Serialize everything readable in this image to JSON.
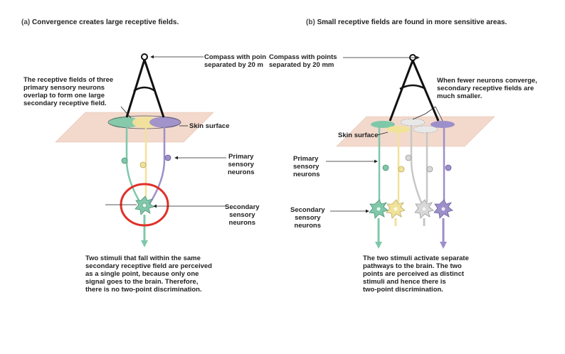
{
  "panel_a": {
    "tag": "(a)",
    "title": "Convergence creates large receptive fields.",
    "compass_label": "Compass with poin\nseparated by 20 m",
    "receptive_note": "The receptive fields of three\nprimary sensory neurons\noverlap to form one large\nsecondary receptive field.",
    "skin_label": "Skin surface",
    "primary_label": "Primary\nsensory\nneurons",
    "secondary_label": "Secondary\nsensory\nneurons",
    "caption": "Two stimuli that fall within the same\nsecondary receptive field are perceived\nas a single point, because only one\nsignal goes to the brain. Therefore,\nthere is no two-point discrimination."
  },
  "panel_b": {
    "tag": "(b)",
    "title": "Small receptive fields are found in more sensitive areas.",
    "compass_label": "Compass with points\nseparated by 20 mm",
    "converge_note": "When fewer neurons converge,\nsecondary receptive fields are\nmuch smaller.",
    "skin_label": "Skin surface",
    "primary_label": "Primary\nsensory\nneurons",
    "secondary_label": "Secondary\nsensory\nneurons",
    "caption": "The two stimuli activate separate\npathways to the brain. The two\npoints are perceived as distinct\nstimuli and hence there is\ntwo-point discrimination."
  },
  "colors": {
    "skin": "#f3d9cc",
    "green": "#7fc8a9",
    "yellow": "#f1e29a",
    "purple": "#9d8fc9",
    "gray": "#c7c7c7",
    "highlight": "#e0302a"
  }
}
